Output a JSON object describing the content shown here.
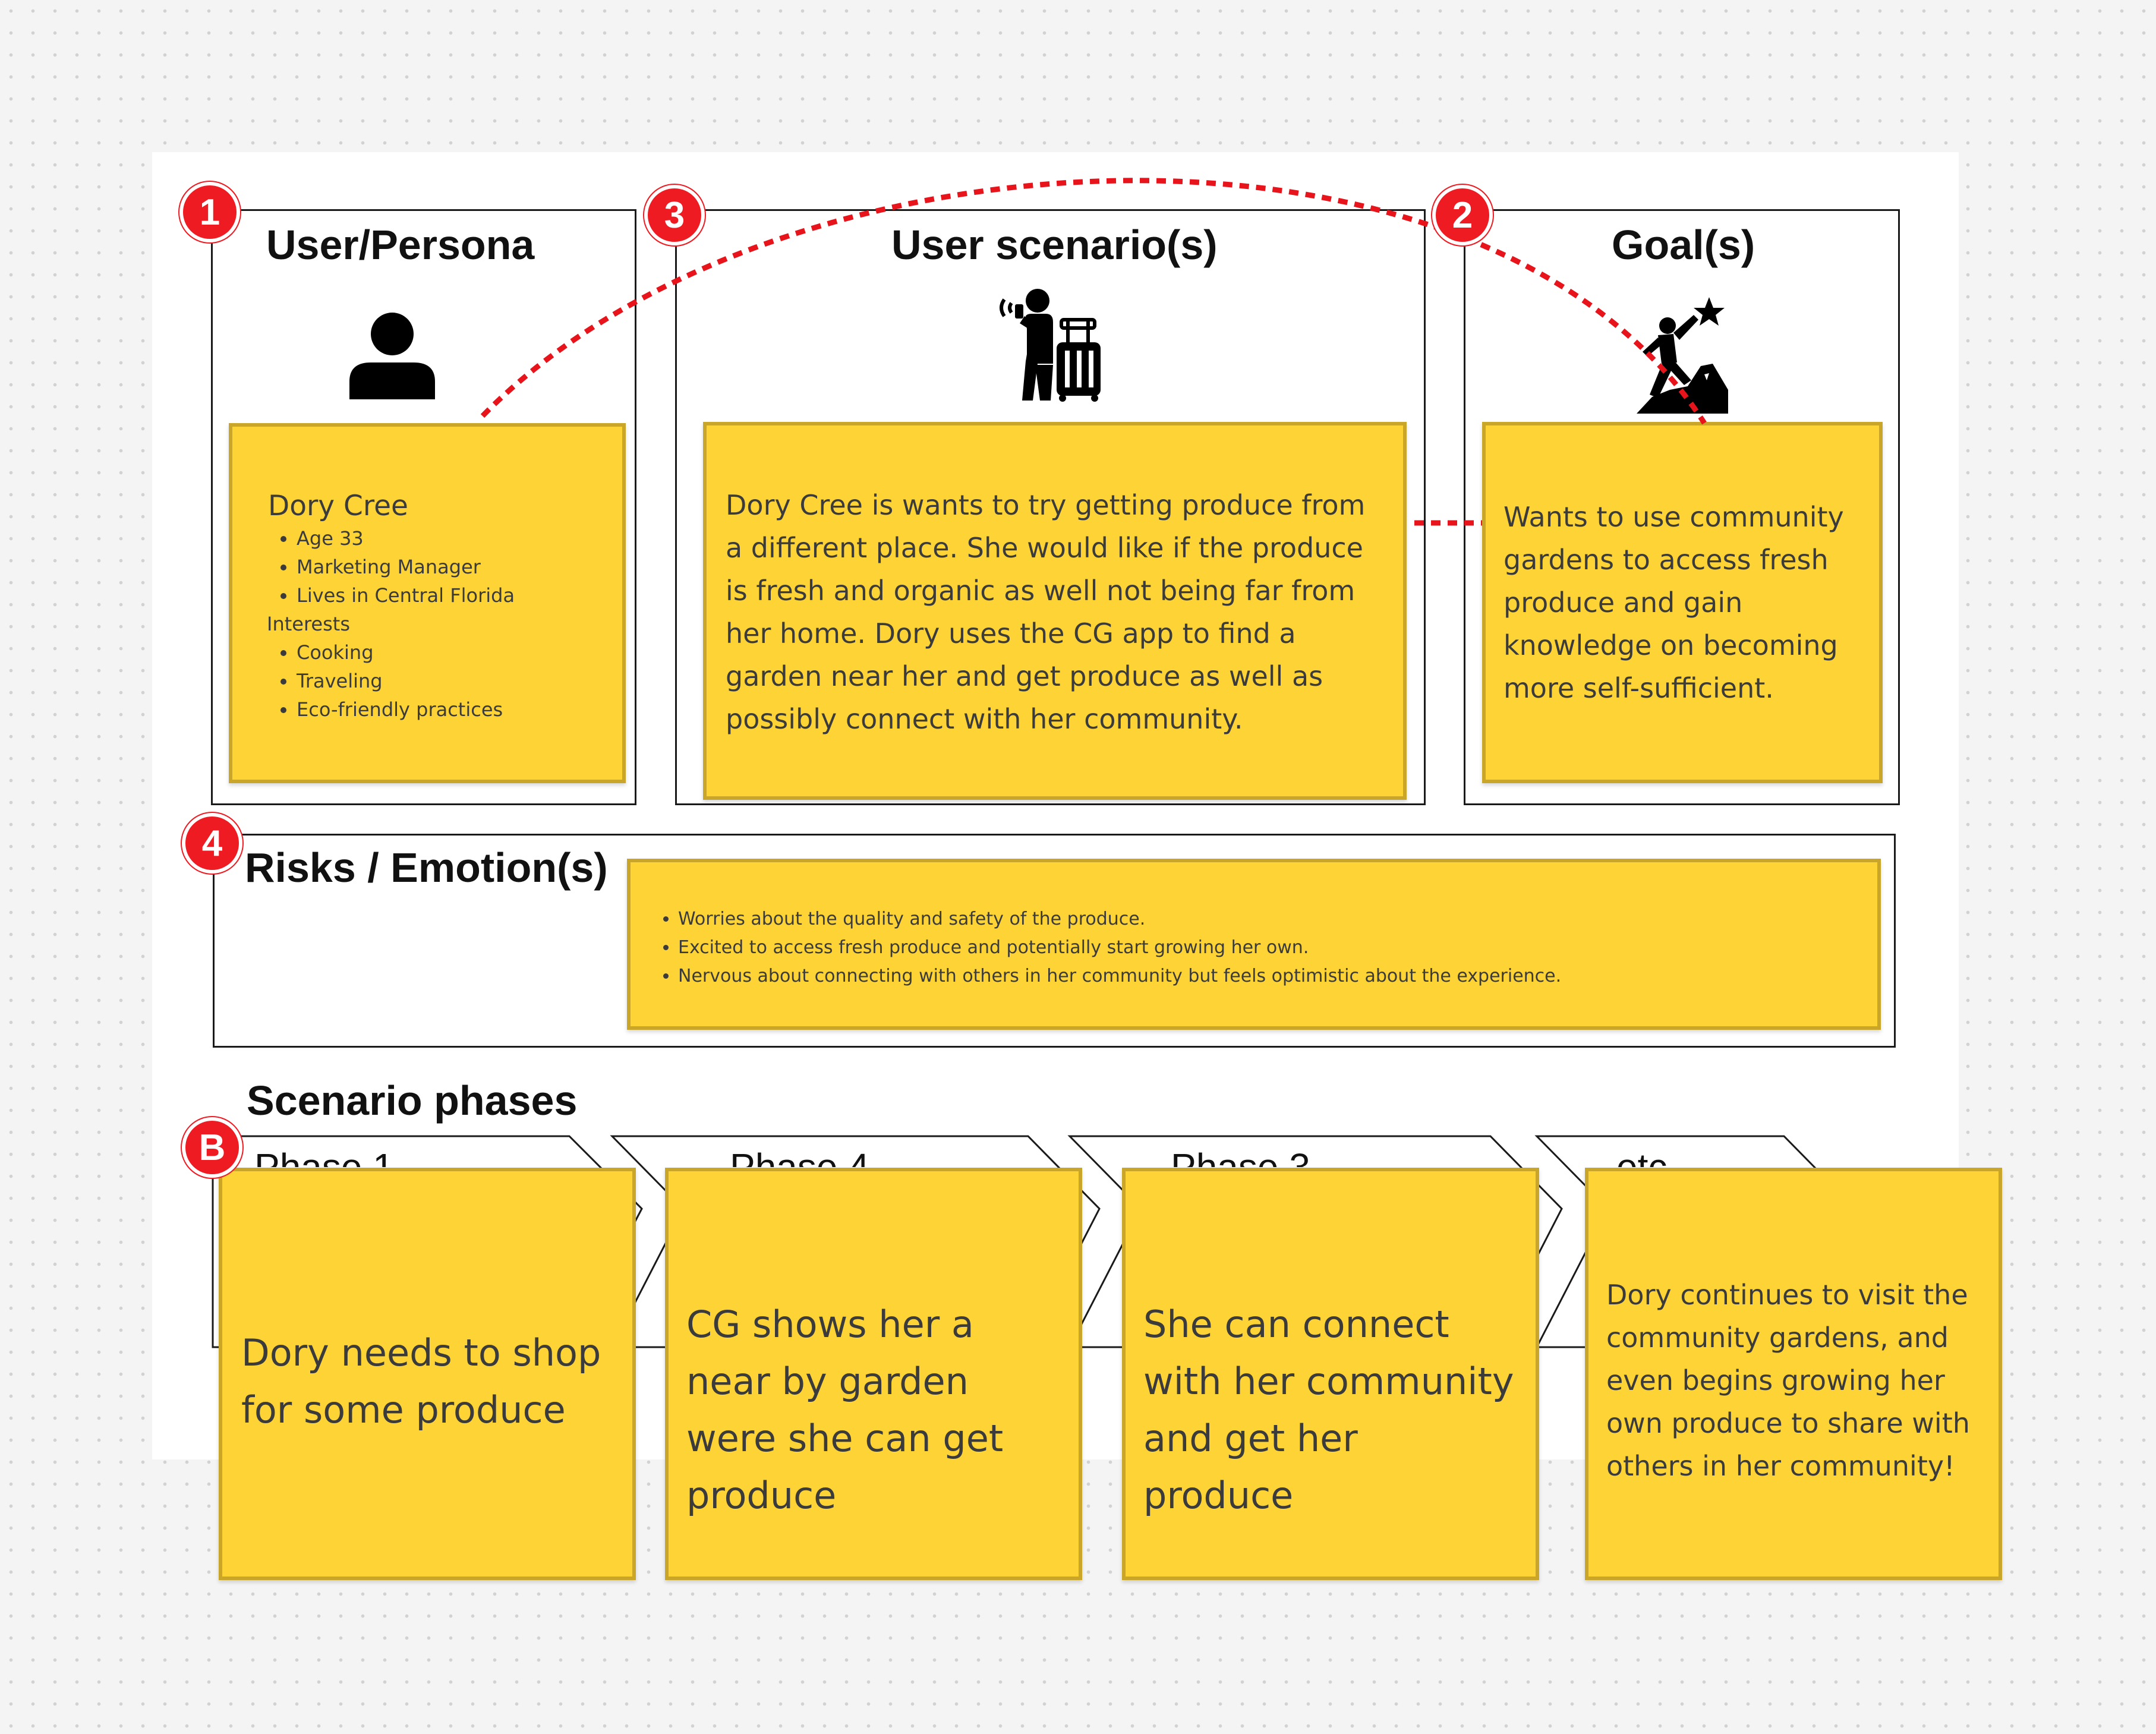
{
  "sections": {
    "persona": {
      "title": "User/Persona",
      "badge": "1",
      "icon": "user-icon",
      "sticky": {
        "name": "Dory Cree",
        "details": [
          "Age 33",
          "Marketing Manager",
          "Lives in Central Florida"
        ],
        "interests_label": "Interests",
        "interests": [
          "Cooking",
          "Traveling",
          "Eco-friendly practices"
        ]
      }
    },
    "scenario": {
      "title": "User scenario(s)",
      "badge": "3",
      "icon": "traveler-with-luggage-icon",
      "sticky": {
        "text": "Dory Cree is wants to try getting produce from a different place. She would like if the produce is fresh and organic as well not being far from her home. Dory uses the CG app to find a garden near her and get produce as well as possibly connect with her community."
      }
    },
    "goals": {
      "title": "Goal(s)",
      "badge": "2",
      "icon": "climbing-to-star-icon",
      "sticky": {
        "text": "Wants to use community gardens to access fresh produce and gain knowledge on becoming more self-sufficient."
      }
    },
    "risks": {
      "title": "Risks / Emotion(s)",
      "badge": "4",
      "sticky": {
        "items": [
          "Worries about the quality and safety of the produce.",
          "Excited to access fresh produce and potentially start growing her own.",
          "Nervous about connecting with others in her community but feels optimistic about the experience."
        ]
      }
    },
    "phases": {
      "title": "Scenario phases",
      "badge": "B",
      "labels": [
        "Phase 1",
        "Phase 4",
        "Phase 3",
        "etc."
      ],
      "stickies": [
        "Dory needs to shop for some produce",
        "CG shows her a near by garden were she can get produce",
        "She can connect with her community and get her produce",
        "Dory continues to visit the community gardens, and even begins growing her own produce to share with others in her community!"
      ]
    }
  },
  "colors": {
    "sticky_fill": "#fdd335",
    "sticky_border": "#c9a52a",
    "badge": "#ee1b22",
    "connector": "#e8141b"
  }
}
